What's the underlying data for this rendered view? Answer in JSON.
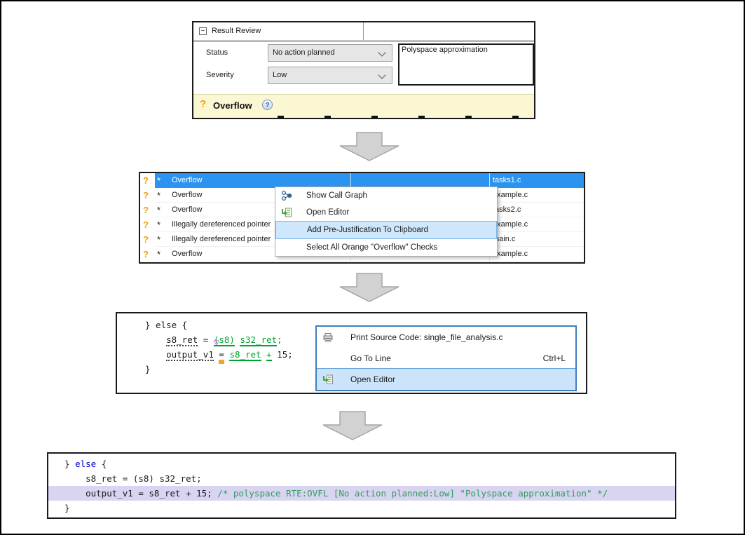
{
  "result_review": {
    "title": "Result Review",
    "collapse_glyph": "−",
    "fields": [
      {
        "label": "Status",
        "value": "No action planned"
      },
      {
        "label": "Severity",
        "value": "Low"
      }
    ],
    "comment": "Polyspace approximation",
    "check_header": {
      "bullet": "?",
      "title": "Overflow",
      "help_glyph": "?"
    }
  },
  "results_table": {
    "rows": [
      {
        "bullet": "?",
        "star": "*",
        "check": "Overflow",
        "file": "tasks1.c",
        "selected": true
      },
      {
        "bullet": "?",
        "star": "*",
        "check": "Overflow",
        "file": "example.c",
        "selected": false
      },
      {
        "bullet": "?",
        "star": "*",
        "check": "Overflow",
        "file": "tasks2.c",
        "selected": false
      },
      {
        "bullet": "?",
        "star": "*",
        "check": "Illegally dereferenced pointer",
        "file": "example.c",
        "selected": false
      },
      {
        "bullet": "?",
        "star": "*",
        "check": "Illegally dereferenced pointer",
        "file": "main.c",
        "selected": false
      },
      {
        "bullet": "?",
        "star": "*",
        "check": "Overflow",
        "file": "example.c",
        "selected": false
      }
    ],
    "context_menu": {
      "items": [
        {
          "icon": "call-graph-icon",
          "label": "Show Call Graph",
          "shortcut": "",
          "highlighted": false
        },
        {
          "icon": "open-editor-icon",
          "label": "Open Editor",
          "shortcut": "",
          "highlighted": false
        },
        {
          "icon": null,
          "label": "Add Pre-Justification To Clipboard",
          "shortcut": "",
          "highlighted": true
        },
        {
          "icon": null,
          "label": "Select All Orange \"Overflow\" Checks",
          "shortcut": "",
          "highlighted": false
        }
      ]
    }
  },
  "source_view": {
    "marker_glyph": "▽",
    "code": [
      {
        "segments": [
          {
            "text": "} else {",
            "style": "plain"
          }
        ]
      },
      {
        "segments": [
          {
            "text": "    ",
            "style": "plain"
          },
          {
            "text": "s8_ret",
            "style": "dotted"
          },
          {
            "text": " = ",
            "style": "plain"
          },
          {
            "text": "(s8)",
            "style": "green-ul"
          },
          {
            "text": " ",
            "style": "plain"
          },
          {
            "text": "s32_ret",
            "style": "green-ul"
          },
          {
            "text": ";",
            "style": "green"
          }
        ]
      },
      {
        "segments": [
          {
            "text": "    ",
            "style": "plain"
          },
          {
            "text": "output_v1",
            "style": "dotted"
          },
          {
            "text": " ",
            "style": "plain"
          },
          {
            "text": "=",
            "style": "orange-eq"
          },
          {
            "text": " ",
            "style": "plain"
          },
          {
            "text": "s8_ret",
            "style": "green-ul"
          },
          {
            "text": " ",
            "style": "plain"
          },
          {
            "text": "+",
            "style": "green-ul"
          },
          {
            "text": " 15;",
            "style": "plain"
          }
        ]
      },
      {
        "segments": [
          {
            "text": "}",
            "style": "plain"
          }
        ]
      }
    ],
    "context_menu": {
      "items": [
        {
          "icon": "printer-icon",
          "label": "Print Source Code: single_file_analysis.c",
          "shortcut": "",
          "highlighted": false
        },
        {
          "icon": null,
          "label": "Go To Line",
          "shortcut": "Ctrl+L",
          "highlighted": false
        },
        {
          "icon": "open-editor-icon",
          "label": "Open Editor",
          "shortcut": "",
          "highlighted": true
        }
      ]
    }
  },
  "code_editor": {
    "lines": [
      {
        "highlighted": false,
        "segments": [
          {
            "text": "} ",
            "style": "plain"
          },
          {
            "text": "else",
            "style": "keyword"
          },
          {
            "text": " {",
            "style": "plain"
          }
        ]
      },
      {
        "highlighted": false,
        "segments": [
          {
            "text": "    s8_ret = (s8) s32_ret;",
            "style": "plain"
          }
        ]
      },
      {
        "highlighted": true,
        "segments": [
          {
            "text": "    output_v1 = s8_ret + 15; ",
            "style": "plain"
          },
          {
            "text": "/* polyspace RTE:OVFL [No action planned:Low] \"Polyspace approximation\" */",
            "style": "comment"
          }
        ]
      },
      {
        "highlighted": false,
        "segments": [
          {
            "text": "}",
            "style": "plain"
          }
        ]
      }
    ]
  },
  "colors": {
    "selected_row_blue": "#2b94f1",
    "check_bar_yellow": "#fbf7d3",
    "orange_check": "#f0a000",
    "menu_highlight": "#cfe7fd",
    "menu3_border": "#3f7fbf",
    "line_highlight_lavender": "#d8d4f1",
    "comment_green": "#2f9e57",
    "keyword_blue": "#0000cc"
  }
}
